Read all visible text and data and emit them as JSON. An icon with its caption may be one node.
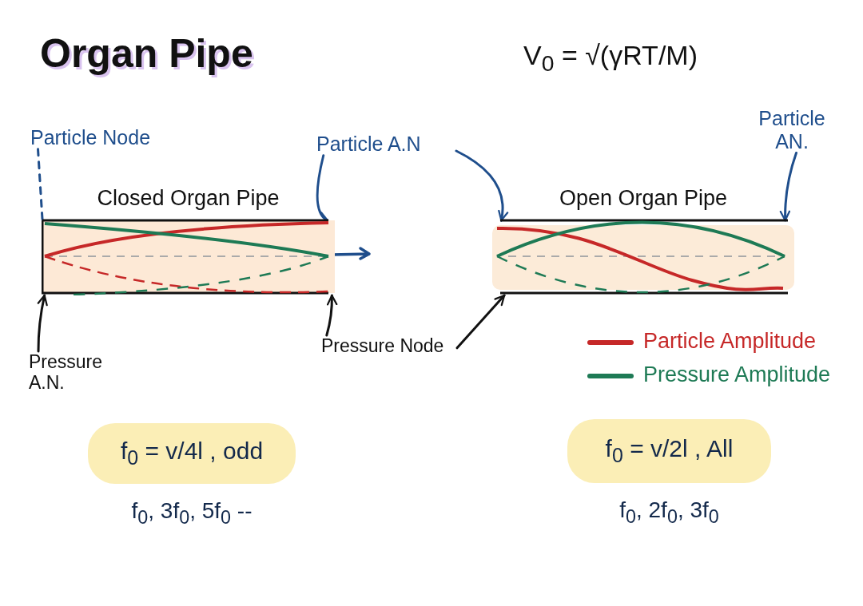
{
  "diagram": {
    "title": "Organ Pipe",
    "nodes": [
      {
        "text": [
          "Closed Organ Pipe"
        ]
      },
      {
        "text": [
          "Open Organ Pipe"
        ]
      },
      {
        "text": [
          "Particle Node"
        ]
      },
      {
        "text": [
          "Particle A.N"
        ]
      },
      {
        "text": [
          "Particle AN."
        ]
      },
      {
        "text": [
          "Pressure A.N."
        ]
      },
      {
        "text": [
          "Pressure Node"
        ]
      },
      {
        "text": [
          "f$_{0}$ = v/4l , odd"
        ],
        "beside": [
          "f$_{0}$, 3f$_{0}$, 5f$_{0}$ --"
        ]
      },
      {
        "text": [
          "f$_{0}$ = v/2l , All"
        ],
        "beside": [
          "f$_{0}$, 2f$_{0}$, 3f$_{0}$"
        ]
      }
    ],
    "edges": [
      {
        "from": 2,
        "to": 0,
        "arrow": "none",
        "style": "dashed"
      },
      {
        "from": 3,
        "to": 0,
        "arrow": "to"
      },
      {
        "from": 3,
        "to": 1,
        "arrow": "to"
      },
      {
        "from": 4,
        "to": 1,
        "arrow": "to"
      },
      {
        "from": 5,
        "to": 0,
        "arrow": "to",
        "color": "#111111"
      },
      {
        "from": 6,
        "to": 0,
        "arrow": "to",
        "color": "#111111"
      },
      {
        "from": 6,
        "to": 1,
        "arrow": "to",
        "color": "#111111"
      }
    ],
    "labels": [
      "V$_{0}$ = √(γRT/M)"
    ],
    "legend": [
      {
        "text": "Particle Amplitude",
        "color": "#c62828"
      },
      {
        "text": "Pressure Amplitude",
        "color": "#1e7a55"
      }
    ]
  }
}
